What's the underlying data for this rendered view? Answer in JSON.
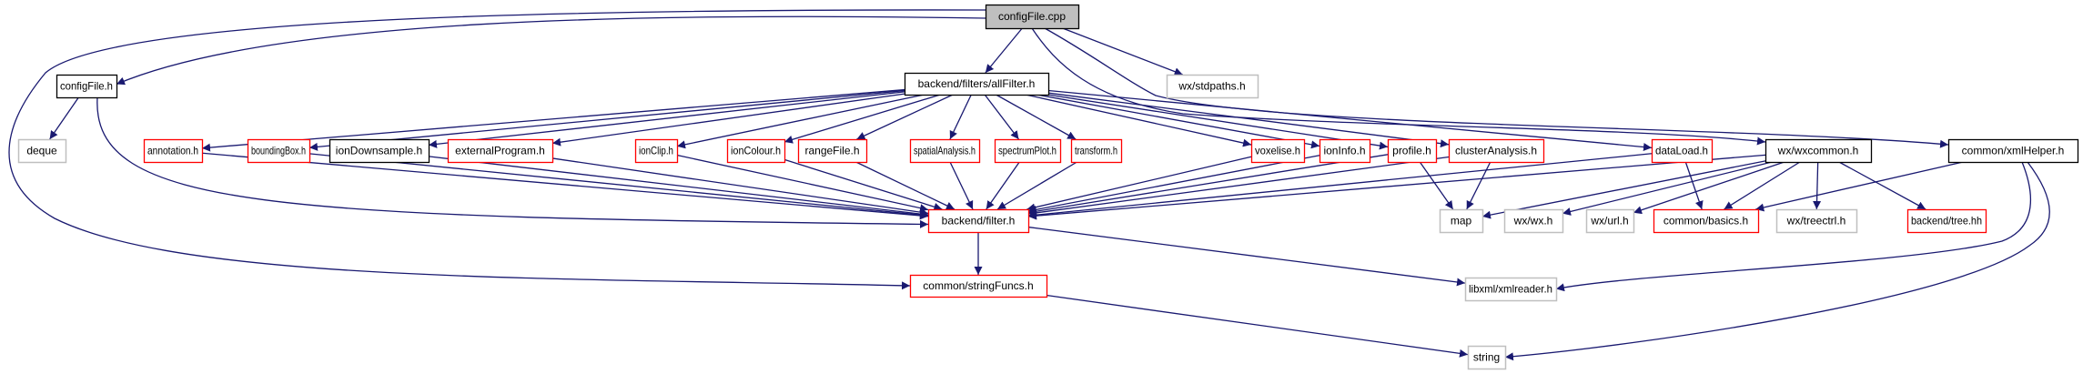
{
  "diagram": {
    "type": "include-dependency-graph",
    "colors": {
      "edge": "#191970",
      "root_fill": "#bfbfbf",
      "documented_border": "#000000",
      "undocumented_border": "#ff0000",
      "external_border": "#bfbfbf",
      "node_fill": "#ffffff"
    },
    "nodes": [
      {
        "id": "configFile_cpp",
        "label": "configFile.cpp",
        "kind": "root"
      },
      {
        "id": "configFile_h",
        "label": "configFile.h",
        "kind": "documented"
      },
      {
        "id": "allFilter_h",
        "label": "backend/filters/allFilter.h",
        "kind": "documented"
      },
      {
        "id": "stdpaths_h",
        "label": "wx/stdpaths.h",
        "kind": "external"
      },
      {
        "id": "deque",
        "label": "deque",
        "kind": "external"
      },
      {
        "id": "annotation_h",
        "label": "annotation.h",
        "kind": "undocumented"
      },
      {
        "id": "boundingBox_h",
        "label": "boundingBox.h",
        "kind": "undocumented"
      },
      {
        "id": "ionDownsample_h",
        "label": "ionDownsample.h",
        "kind": "documented"
      },
      {
        "id": "externalProgram_h",
        "label": "externalProgram.h",
        "kind": "undocumented"
      },
      {
        "id": "ionClip_h",
        "label": "ionClip.h",
        "kind": "undocumented"
      },
      {
        "id": "ionColour_h",
        "label": "ionColour.h",
        "kind": "undocumented"
      },
      {
        "id": "rangeFile_h",
        "label": "rangeFile.h",
        "kind": "undocumented"
      },
      {
        "id": "spatialAnalysis_h",
        "label": "spatialAnalysis.h",
        "kind": "undocumented"
      },
      {
        "id": "spectrumPlot_h",
        "label": "spectrumPlot.h",
        "kind": "undocumented"
      },
      {
        "id": "transform_h",
        "label": "transform.h",
        "kind": "undocumented"
      },
      {
        "id": "voxelise_h",
        "label": "voxelise.h",
        "kind": "undocumented"
      },
      {
        "id": "ionInfo_h",
        "label": "ionInfo.h",
        "kind": "undocumented"
      },
      {
        "id": "profile_h",
        "label": "profile.h",
        "kind": "undocumented"
      },
      {
        "id": "clusterAnalysis_h",
        "label": "clusterAnalysis.h",
        "kind": "undocumented"
      },
      {
        "id": "dataLoad_h",
        "label": "dataLoad.h",
        "kind": "undocumented"
      },
      {
        "id": "wxcommon_h",
        "label": "wx/wxcommon.h",
        "kind": "documented"
      },
      {
        "id": "xmlHelper_h",
        "label": "common/xmlHelper.h",
        "kind": "documented"
      },
      {
        "id": "filter_h",
        "label": "backend/filter.h",
        "kind": "undocumented"
      },
      {
        "id": "map",
        "label": "map",
        "kind": "external"
      },
      {
        "id": "wx_h",
        "label": "wx/wx.h",
        "kind": "external"
      },
      {
        "id": "url_h",
        "label": "wx/url.h",
        "kind": "external"
      },
      {
        "id": "basics_h",
        "label": "common/basics.h",
        "kind": "undocumented"
      },
      {
        "id": "treectrl_h",
        "label": "wx/treectrl.h",
        "kind": "external"
      },
      {
        "id": "tree_hh",
        "label": "backend/tree.hh",
        "kind": "undocumented"
      },
      {
        "id": "stringFuncs_h",
        "label": "common/stringFuncs.h",
        "kind": "undocumented"
      },
      {
        "id": "xmlreader_h",
        "label": "libxml/xmlreader.h",
        "kind": "external"
      },
      {
        "id": "string",
        "label": "string",
        "kind": "external"
      }
    ],
    "edges": [
      [
        "configFile_cpp",
        "configFile_h"
      ],
      [
        "configFile_cpp",
        "allFilter_h"
      ],
      [
        "configFile_cpp",
        "stdpaths_h"
      ],
      [
        "configFile_cpp",
        "stringFuncs_h"
      ],
      [
        "configFile_cpp",
        "wxcommon_h"
      ],
      [
        "configFile_cpp",
        "xmlHelper_h"
      ],
      [
        "configFile_h",
        "deque"
      ],
      [
        "configFile_h",
        "filter_h"
      ],
      [
        "allFilter_h",
        "annotation_h"
      ],
      [
        "allFilter_h",
        "boundingBox_h"
      ],
      [
        "allFilter_h",
        "ionDownsample_h"
      ],
      [
        "allFilter_h",
        "externalProgram_h"
      ],
      [
        "allFilter_h",
        "ionClip_h"
      ],
      [
        "allFilter_h",
        "ionColour_h"
      ],
      [
        "allFilter_h",
        "rangeFile_h"
      ],
      [
        "allFilter_h",
        "spatialAnalysis_h"
      ],
      [
        "allFilter_h",
        "spectrumPlot_h"
      ],
      [
        "allFilter_h",
        "transform_h"
      ],
      [
        "allFilter_h",
        "voxelise_h"
      ],
      [
        "allFilter_h",
        "ionInfo_h"
      ],
      [
        "allFilter_h",
        "profile_h"
      ],
      [
        "allFilter_h",
        "clusterAnalysis_h"
      ],
      [
        "allFilter_h",
        "dataLoad_h"
      ],
      [
        "annotation_h",
        "filter_h"
      ],
      [
        "boundingBox_h",
        "filter_h"
      ],
      [
        "ionDownsample_h",
        "filter_h"
      ],
      [
        "externalProgram_h",
        "filter_h"
      ],
      [
        "ionClip_h",
        "filter_h"
      ],
      [
        "ionColour_h",
        "filter_h"
      ],
      [
        "rangeFile_h",
        "filter_h"
      ],
      [
        "spatialAnalysis_h",
        "filter_h"
      ],
      [
        "spectrumPlot_h",
        "filter_h"
      ],
      [
        "transform_h",
        "filter_h"
      ],
      [
        "voxelise_h",
        "filter_h"
      ],
      [
        "ionInfo_h",
        "filter_h"
      ],
      [
        "profile_h",
        "filter_h"
      ],
      [
        "profile_h",
        "map"
      ],
      [
        "clusterAnalysis_h",
        "filter_h"
      ],
      [
        "clusterAnalysis_h",
        "map"
      ],
      [
        "dataLoad_h",
        "filter_h"
      ],
      [
        "dataLoad_h",
        "basics_h"
      ],
      [
        "wxcommon_h",
        "filter_h"
      ],
      [
        "wxcommon_h",
        "map"
      ],
      [
        "wxcommon_h",
        "wx_h"
      ],
      [
        "wxcommon_h",
        "url_h"
      ],
      [
        "wxcommon_h",
        "basics_h"
      ],
      [
        "wxcommon_h",
        "treectrl_h"
      ],
      [
        "wxcommon_h",
        "tree_hh"
      ],
      [
        "xmlHelper_h",
        "basics_h"
      ],
      [
        "xmlHelper_h",
        "xmlreader_h"
      ],
      [
        "xmlHelper_h",
        "string"
      ],
      [
        "filter_h",
        "stringFuncs_h"
      ],
      [
        "filter_h",
        "xmlreader_h"
      ],
      [
        "stringFuncs_h",
        "string"
      ]
    ]
  }
}
